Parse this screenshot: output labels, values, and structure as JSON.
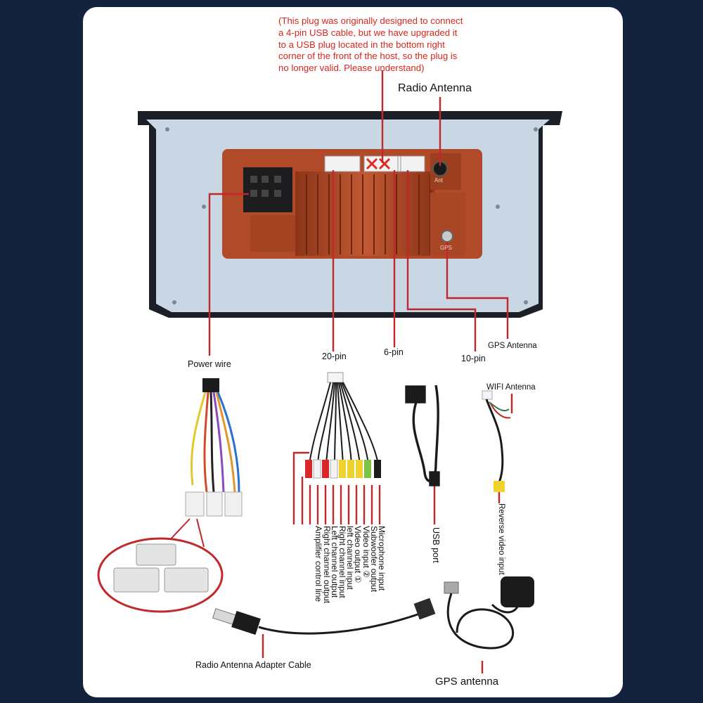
{
  "note": "(This plug was originally designed to connect\na 4-pin USB cable, but we have upgraded it\nto a USB plug located in the bottom right\ncorner of the front of the host, so the plug is\nno longer valid. Please understand)",
  "labels": {
    "radio_antenna": "Radio Antenna",
    "power_wire": "Power wire",
    "pin20": "20-pin",
    "pin6": "6-pin",
    "pin10": "10-pin",
    "gps_antenna_top": "GPS Antenna",
    "wifi_antenna": "WIFI Antenna",
    "usb_port": "USB port",
    "reverse_video_input": "Reverse video input",
    "radio_antenna_adapter": "Radio Antenna Adapter Cable",
    "gps_antenna_bottom": "GPS antenna"
  },
  "rca_outputs": [
    "Microphone input",
    "Subwoofer output",
    "Video input ②",
    "Video output ①",
    "left channel input",
    "Right channel input",
    "Left channel output",
    "Right channel output",
    "Amplifier control line"
  ],
  "unit_markings": {
    "ant": "Ant",
    "gps": "GPS"
  },
  "colors": {
    "background": "#14233d",
    "card": "#ffffff",
    "leader_line": "#c0282a",
    "note_text": "#d8261e",
    "chassis": "#b04a28",
    "panel": "#c9d6e4"
  }
}
